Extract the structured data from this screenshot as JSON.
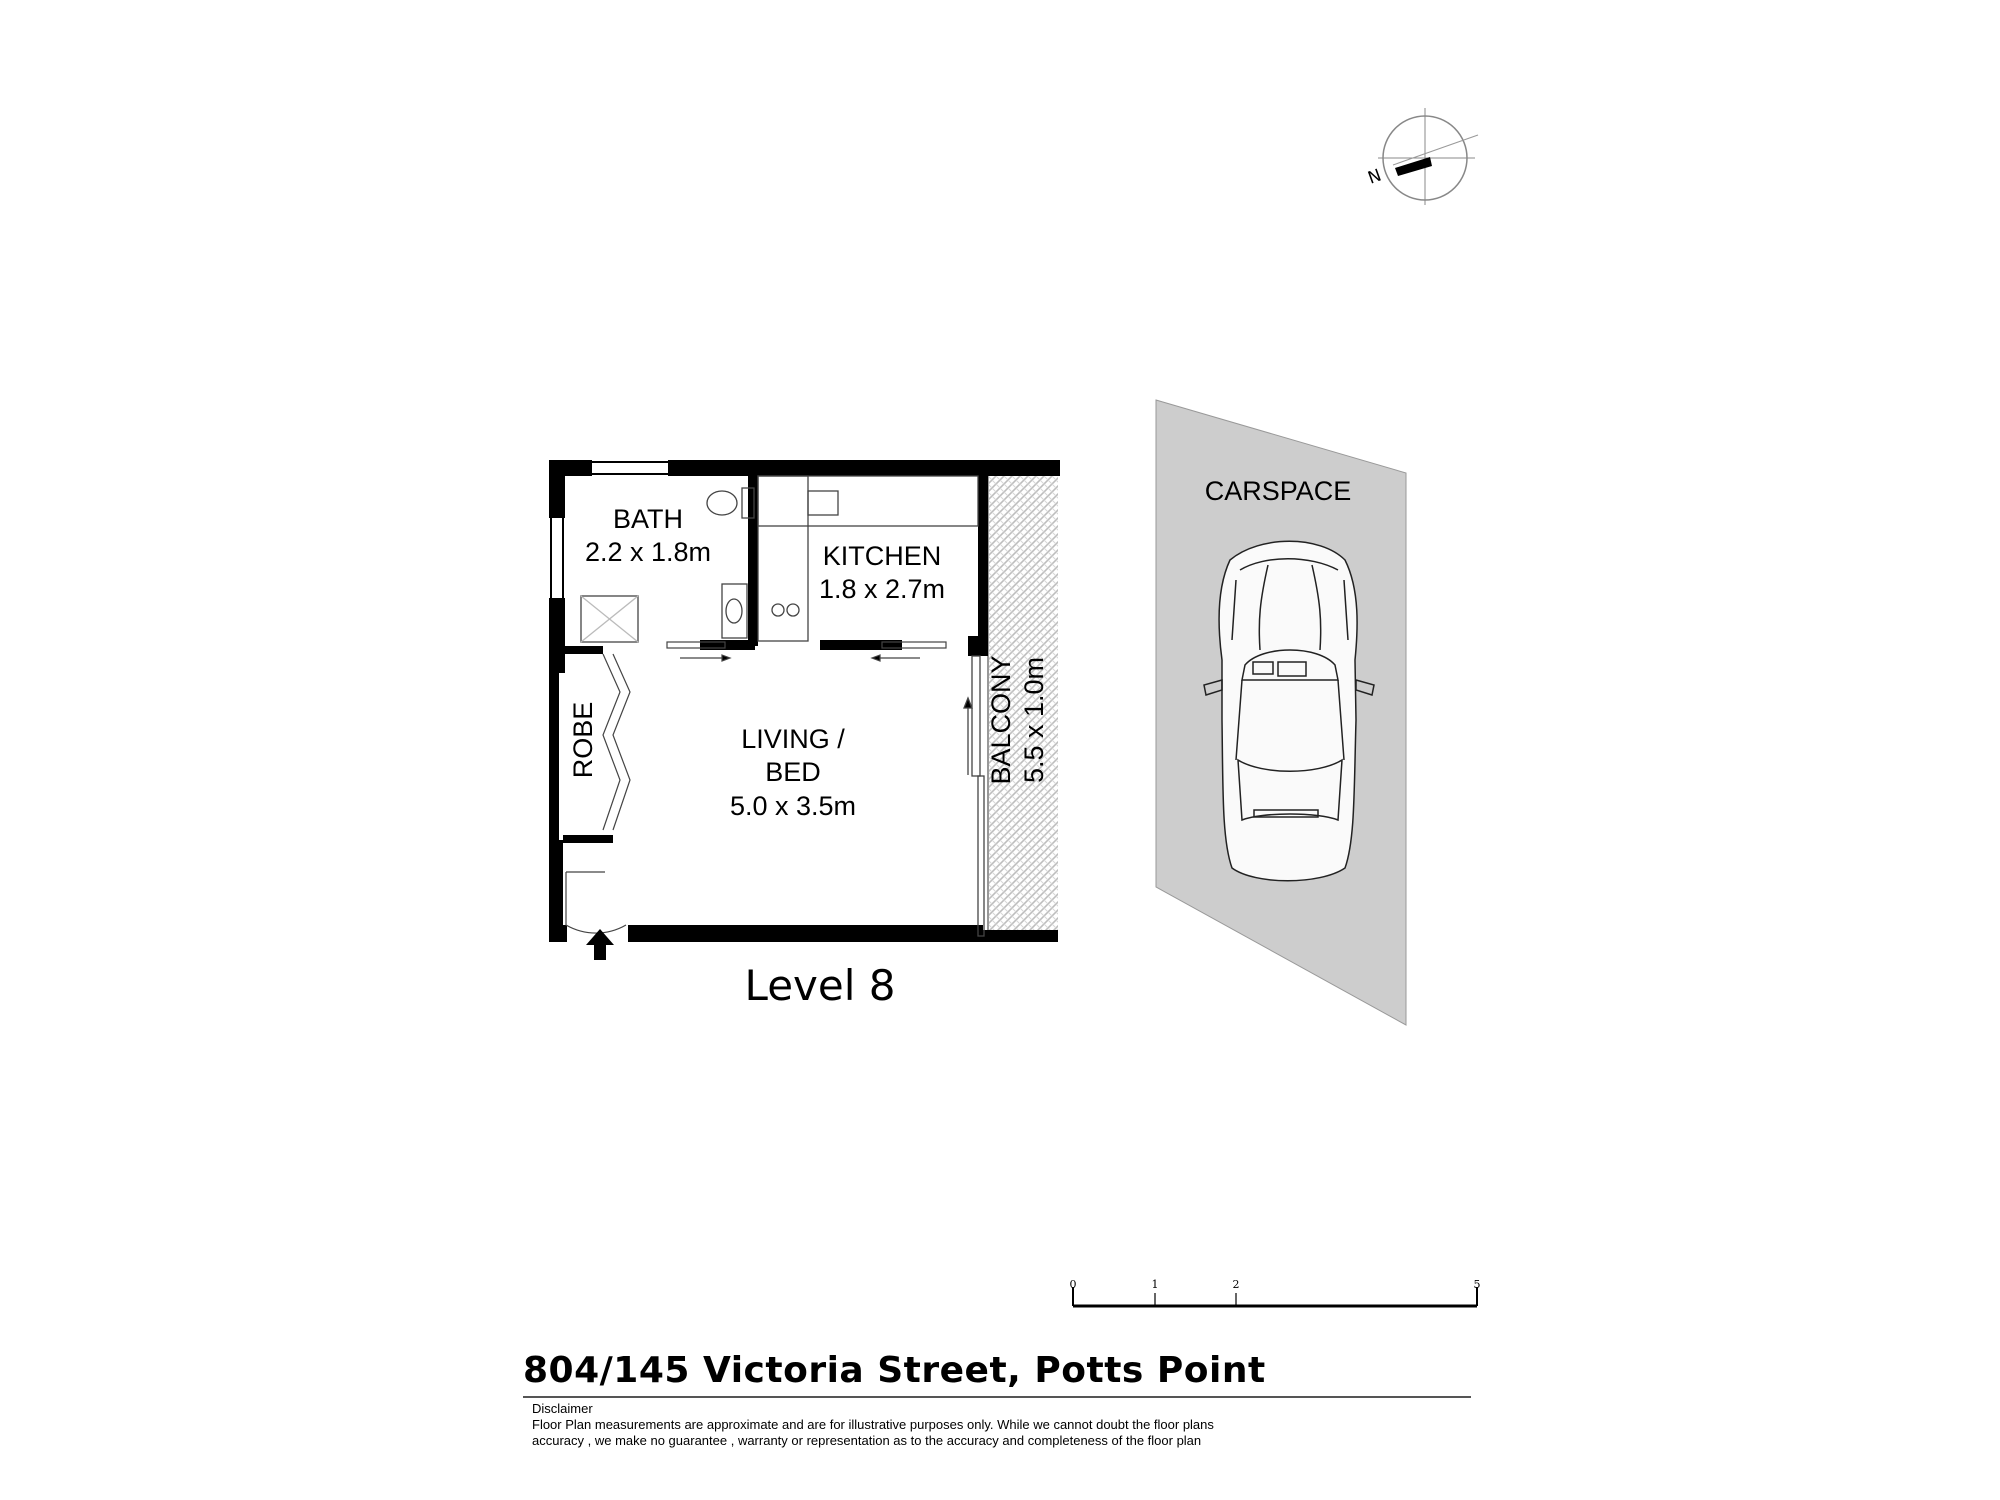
{
  "compass": {
    "north_label": "N"
  },
  "rooms": {
    "bath": {
      "name": "BATH",
      "dims": "2.2 x 1.8m"
    },
    "kitchen": {
      "name": "KITCHEN",
      "dims": "1.8 x 2.7m"
    },
    "balcony": {
      "name": "BALCONY",
      "dims": "5.5 x 1.0m"
    },
    "robe": {
      "name": "ROBE"
    },
    "living": {
      "name_line1": "LIVING /",
      "name_line2": "BED",
      "dims": "5.0 x 3.5m"
    }
  },
  "carspace": {
    "label": "CARSPACE"
  },
  "level": {
    "label": "Level 8"
  },
  "scale_bar": {
    "ticks": [
      "0",
      "1",
      "2",
      "5"
    ]
  },
  "address": "804/145 Victoria Street, Potts Point",
  "disclaimer": {
    "title": "Disclaimer",
    "line1": "Floor Plan measurements are approximate and are for illustrative purposes only. While we cannot doubt the floor plans",
    "line2": "accuracy , we make no guarantee , warranty or representation as to the accuracy and completeness of the floor plan"
  },
  "colors": {
    "wall": "#000000",
    "carspace_fill": "#cdcdcd",
    "balcony_hatch": "#bdbdbd"
  }
}
